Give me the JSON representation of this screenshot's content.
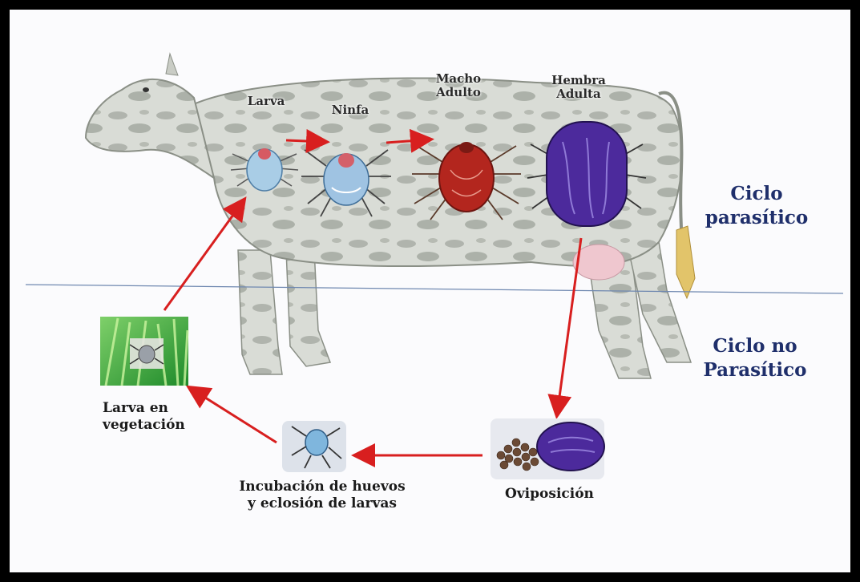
{
  "stages": {
    "larva": "Larva",
    "ninfa": "Ninfa",
    "macho": "Macho\nAdulto",
    "hembra": "Hembra\nAdulta"
  },
  "cycles": {
    "parasitico": "Ciclo\nparasítico",
    "no_parasitico": "Ciclo no\nParasítico"
  },
  "ground": {
    "larva_vegetacion": "Larva en\nvegetación",
    "incubacion": "Incubación de huevos\ny eclosión de larvas",
    "oviposicion": "Oviposición"
  },
  "colors": {
    "arrow": "#d81f1f",
    "divider": "#6f88b0",
    "cycle_text": "#1f2f6b",
    "larva_tick": "#a9cde6",
    "macho_tick": "#b3261e",
    "hembra_tick": "#4c2a9c"
  }
}
